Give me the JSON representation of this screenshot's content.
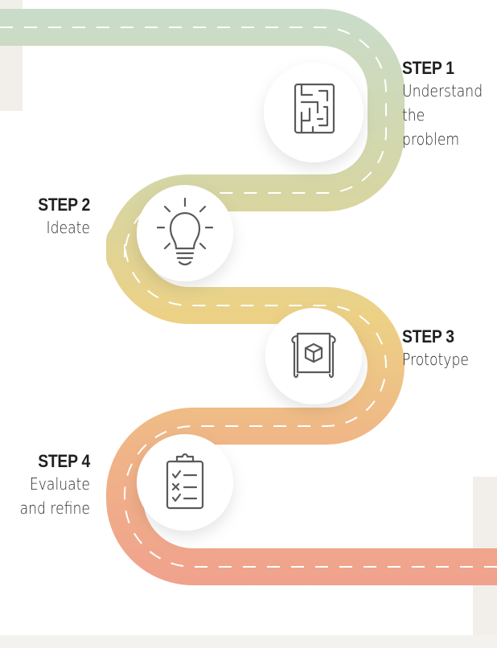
{
  "steps": [
    {
      "title": "STEP 1",
      "description": [
        "Understand",
        "the problem"
      ],
      "icon": "maze-icon"
    },
    {
      "title": "STEP 2",
      "description": [
        "Ideate"
      ],
      "icon": "lightbulb-icon"
    },
    {
      "title": "STEP 3",
      "description": [
        "Prototype"
      ],
      "icon": "blueprint-cube-icon"
    },
    {
      "title": "STEP 4",
      "description": [
        "Evaluate",
        "and refine"
      ],
      "icon": "checklist-clipboard-icon"
    }
  ],
  "colors": {
    "road_start": "#c9dcc9",
    "road_mid1": "#d6d6a4",
    "road_mid2": "#ecd185",
    "road_mid3": "#f0b487",
    "road_end": "#f0a08e",
    "dash": "#ffffff",
    "icon_stroke": "#5a5a5a",
    "background": "#ffffff",
    "side_block": "#f2efea"
  }
}
